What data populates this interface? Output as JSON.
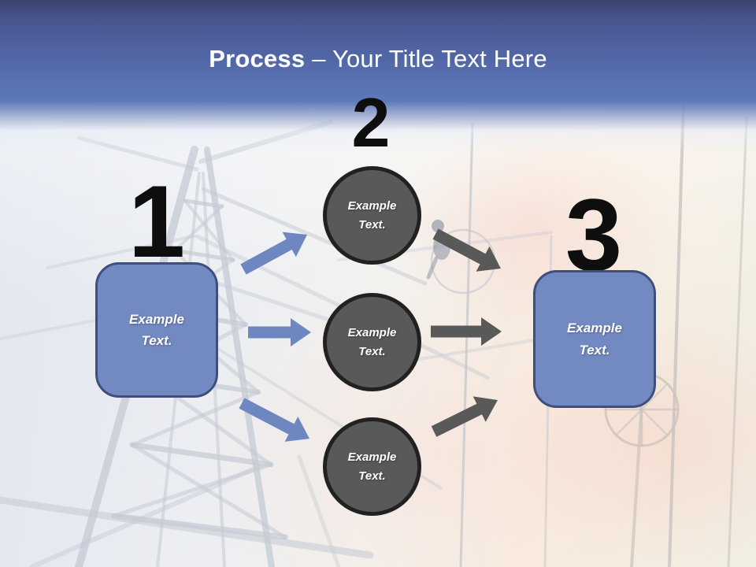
{
  "slide": {
    "header": {
      "title_bold": "Process",
      "title_rest": "– Your Title Text Here"
    },
    "steps": [
      {
        "number": "1",
        "box": {
          "line1": "Example",
          "line2": "Text."
        }
      },
      {
        "number": "2",
        "circles": [
          {
            "line1": "Example",
            "line2": "Text."
          },
          {
            "line1": "Example",
            "line2": "Text."
          },
          {
            "line1": "Example",
            "line2": "Text."
          }
        ]
      },
      {
        "number": "3",
        "box": {
          "line1": "Example",
          "line2": "Text."
        }
      }
    ],
    "colors": {
      "header_top": "#39426e",
      "header_bottom": "#5c79b9",
      "title_text": "#ffffff",
      "box_fill": "#7289c1",
      "box_border": "#3f4e7d",
      "circle_fill": "#595959",
      "circle_border": "#212121",
      "arrow_blue": "#6e87c0",
      "arrow_dark": "#595959",
      "number_color": "#0e0e0e"
    },
    "background": {
      "description": "faded photo of electrical transmission tower and power lines, pale blue sky left, peach-pink sky right"
    }
  }
}
